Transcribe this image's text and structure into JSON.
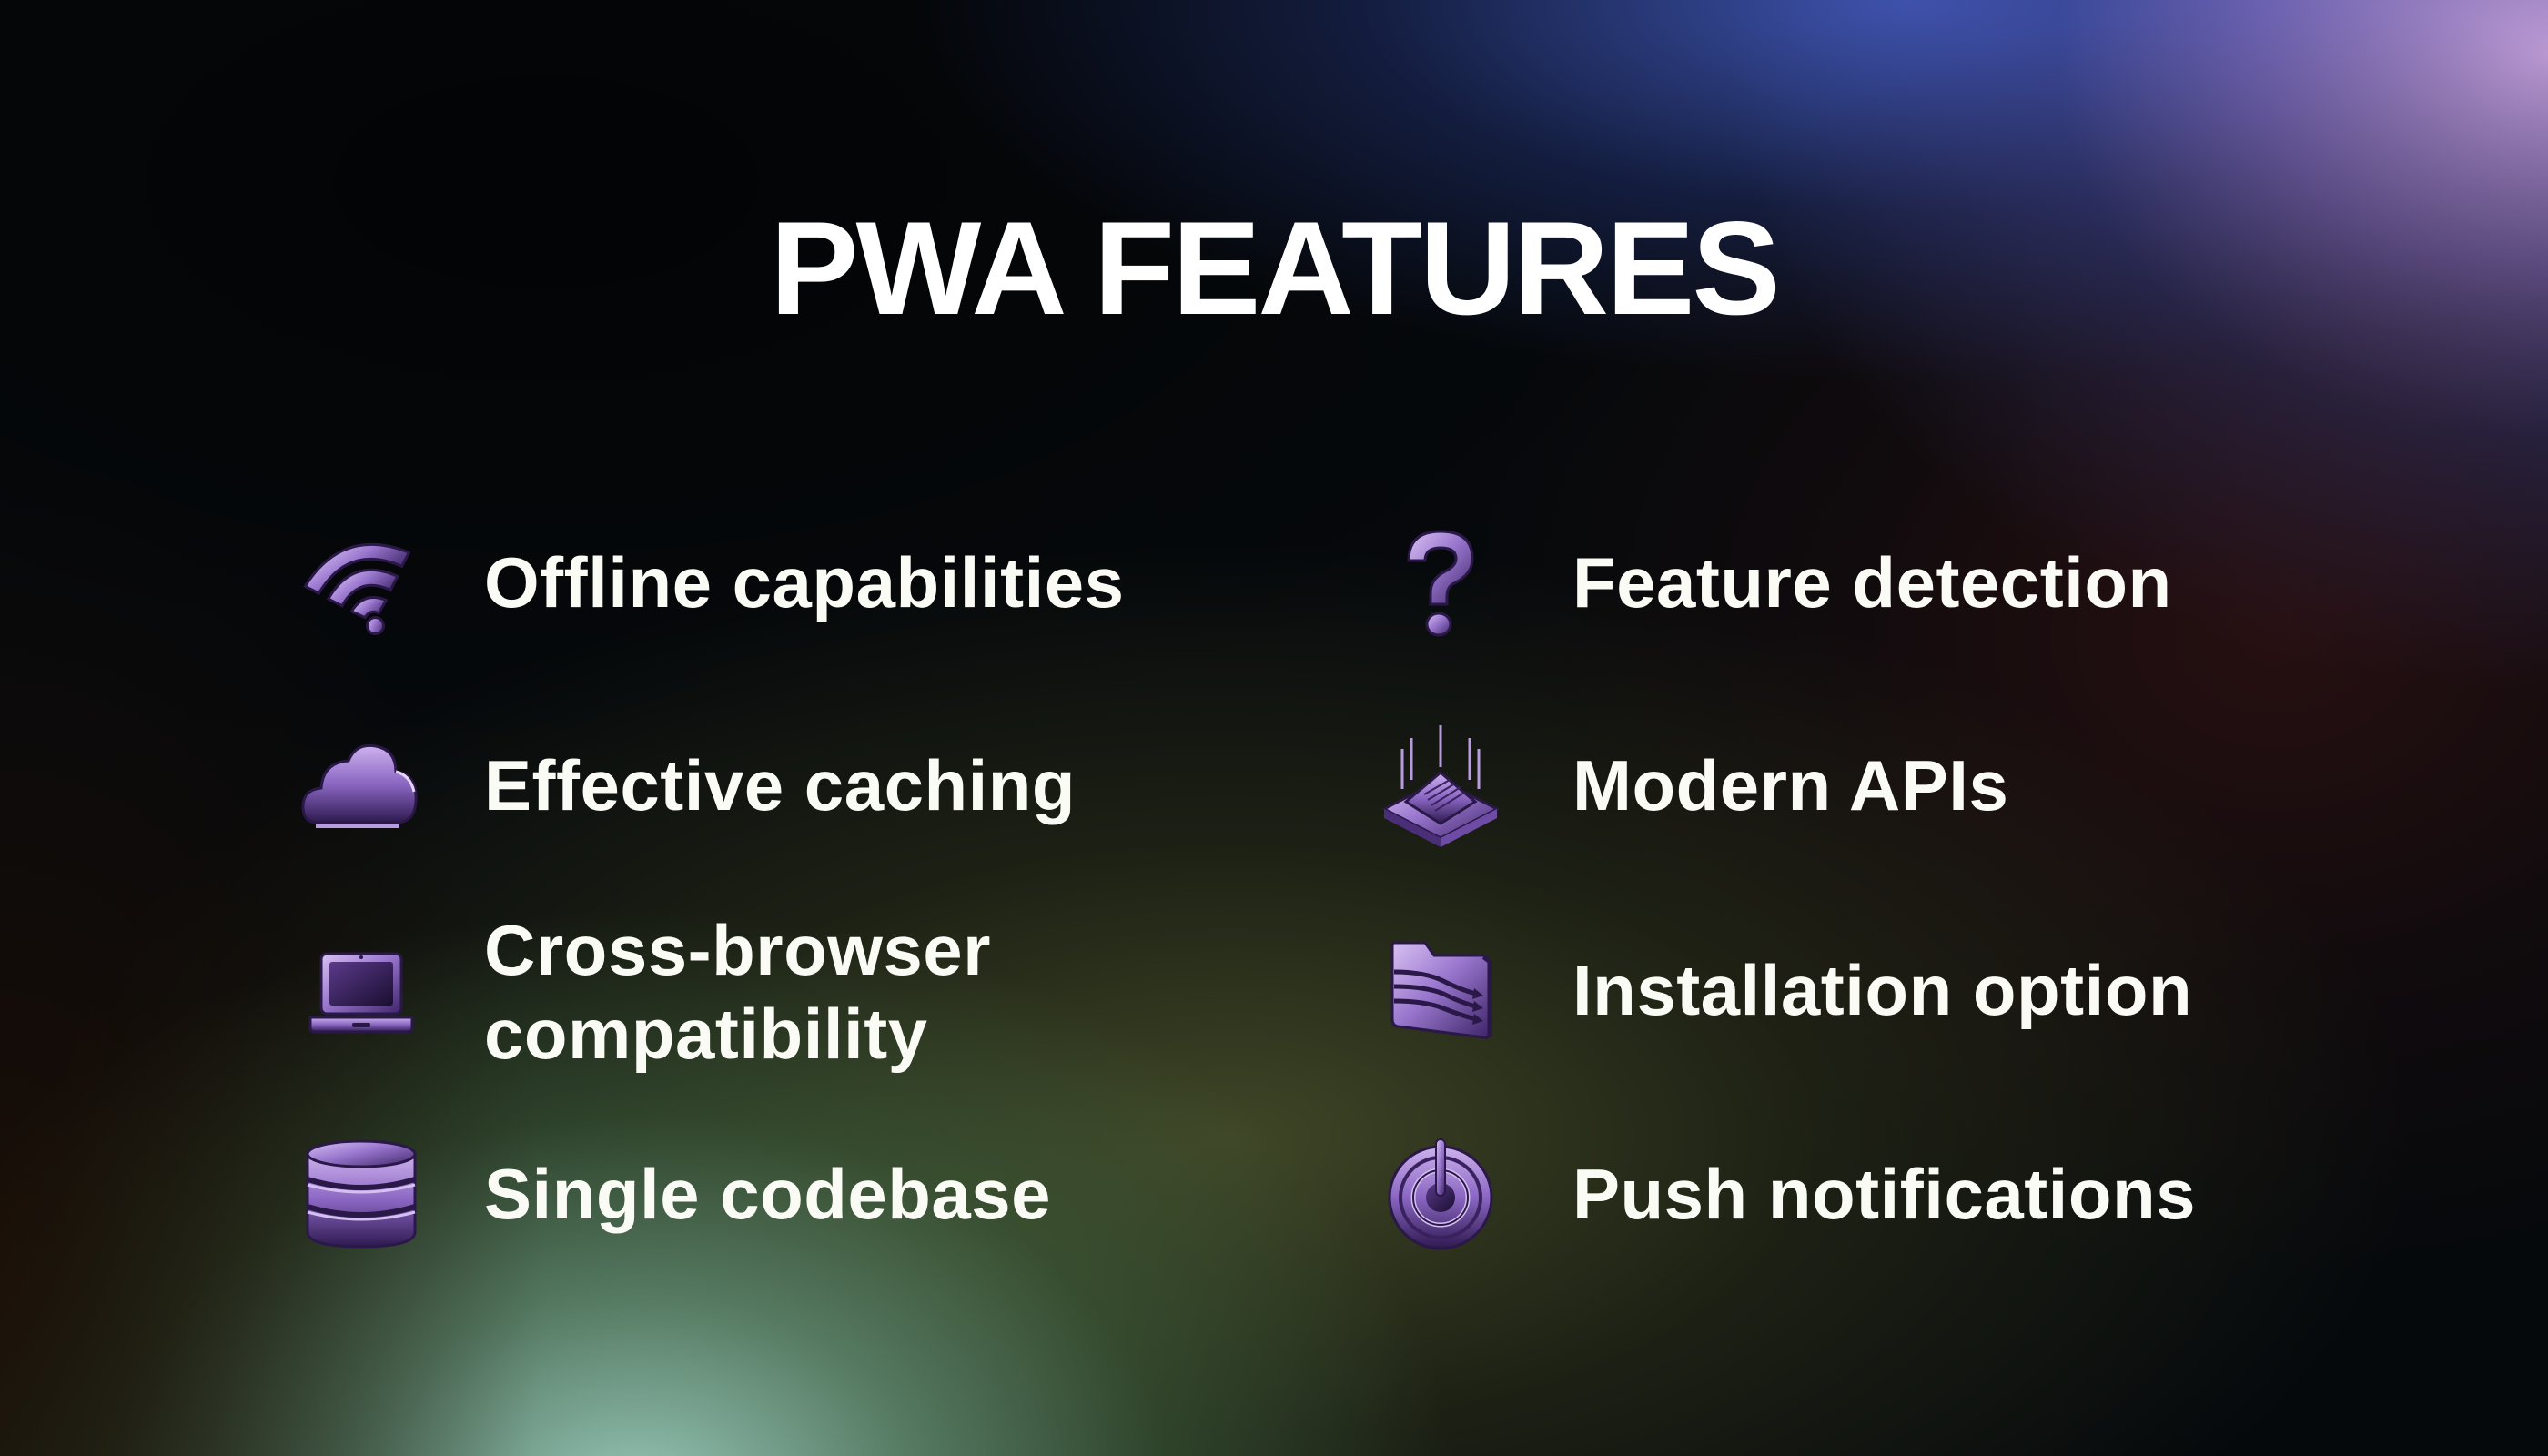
{
  "slide": {
    "title": "PWA FEATURES",
    "accent_icon_color": "#9b7fd0",
    "text_color": "#ffffff",
    "features_left": [
      {
        "icon": "wifi-icon",
        "label": "Offline capabilities"
      },
      {
        "icon": "cloud-icon",
        "label": "Effective caching"
      },
      {
        "icon": "laptop-icon",
        "label_line1": "Cross-browser",
        "label_line2": "compatibility"
      },
      {
        "icon": "database-icon",
        "label": "Single codebase"
      }
    ],
    "features_right": [
      {
        "icon": "question-mark-icon",
        "label": "Feature detection"
      },
      {
        "icon": "router-icon",
        "label": "Modern APIs"
      },
      {
        "icon": "folder-icon",
        "label": "Installation option"
      },
      {
        "icon": "power-button-icon",
        "label": "Push notifications"
      }
    ]
  }
}
